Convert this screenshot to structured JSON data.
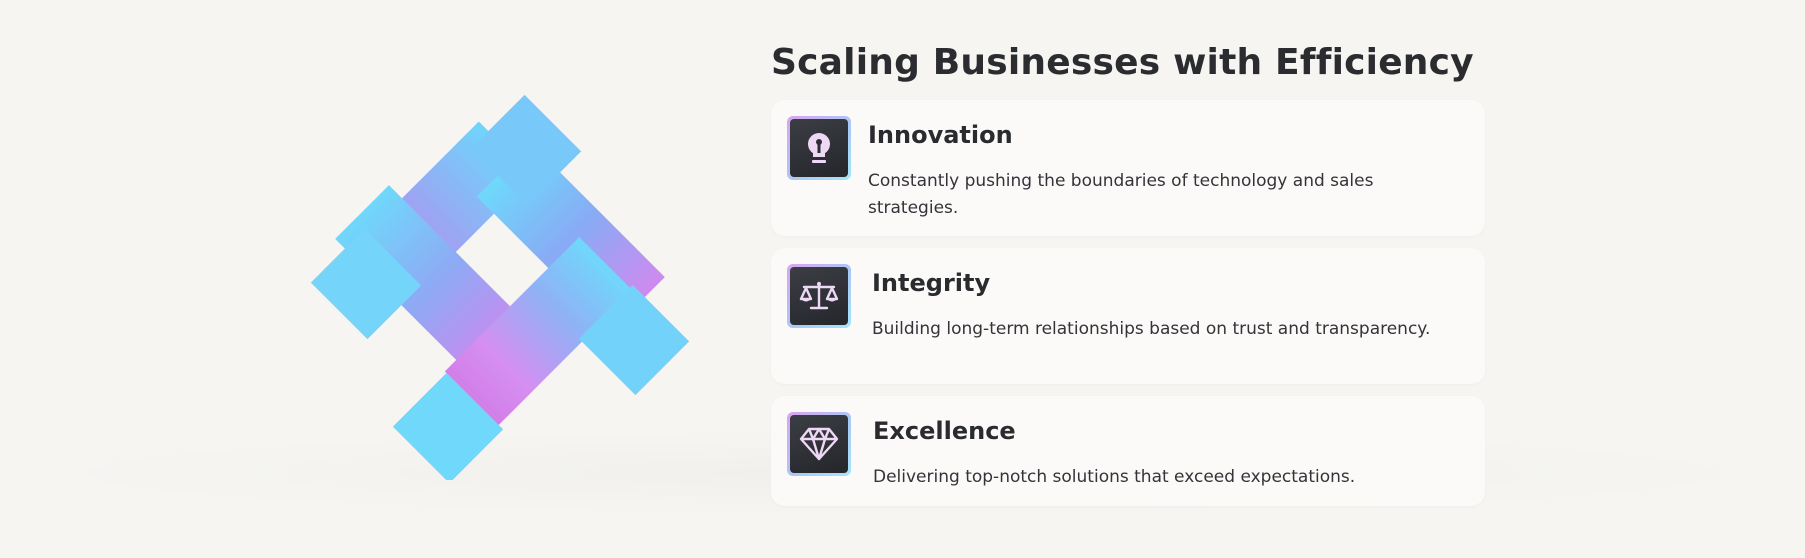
{
  "page": {
    "title": "Scaling Businesses with Efficiency"
  },
  "logo": {
    "icon": "geometric-diamond-logo",
    "gradient_colors": [
      "#70dbfa",
      "#8aa9f5",
      "#c48af0",
      "#e08df2"
    ]
  },
  "features": [
    {
      "icon": "lightbulb-icon",
      "title": "Innovation",
      "description": "Constantly pushing the boundaries of technology and sales strategies."
    },
    {
      "icon": "scales-icon",
      "title": "Integrity",
      "description": "Building long-term relationships based on trust and transparency."
    },
    {
      "icon": "diamond-icon",
      "title": "Excellence",
      "description": "Delivering top-notch solutions that exceed expectations."
    }
  ],
  "colors": {
    "background": "#f6f5f2",
    "card_background": "#fbfaf8",
    "heading_text": "#2b2c30",
    "icon_tile": "#2f3237",
    "icon_glyph": "#f0d9f7"
  }
}
